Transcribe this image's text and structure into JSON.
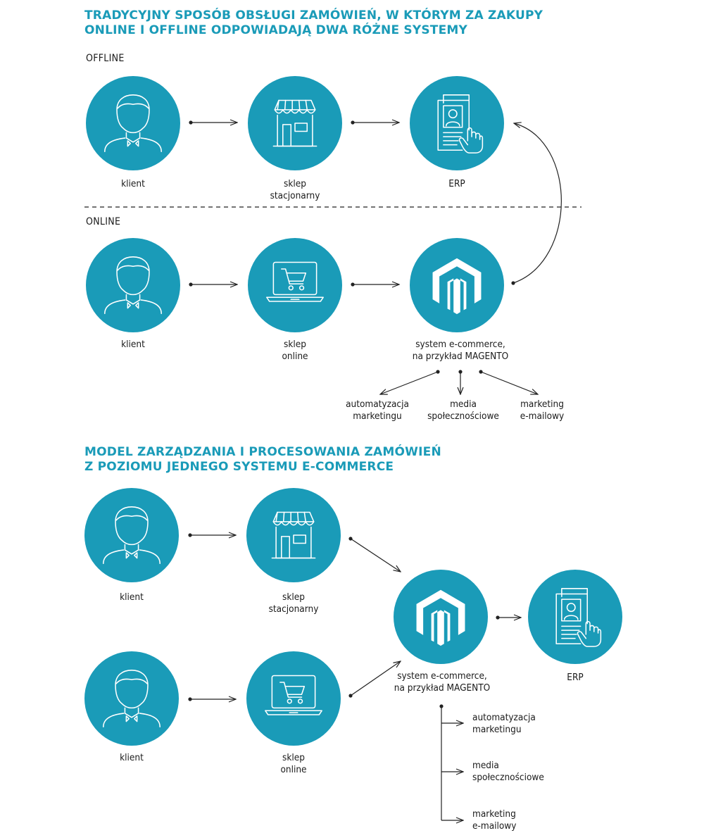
{
  "diagram1": {
    "title_line1": "TRADYCYJNY SPOSÓB OBSŁUGI ZAMÓWIEŃ, W KTÓRYM ZA ZAKUPY",
    "title_line2": "ONLINE I OFFLINE ODPOWIADAJĄ DWA RÓŻNE SYSTEMY",
    "offline_label": "OFFLINE",
    "online_label": "ONLINE",
    "offline_row": [
      {
        "icon": "person-icon",
        "label_line1": "klient",
        "label_line2": ""
      },
      {
        "icon": "store-icon",
        "label_line1": "sklep",
        "label_line2": "stacjonarny"
      },
      {
        "icon": "erp-document-icon",
        "label_line1": "ERP",
        "label_line2": ""
      }
    ],
    "online_row": [
      {
        "icon": "person-icon",
        "label_line1": "klient",
        "label_line2": ""
      },
      {
        "icon": "laptop-cart-icon",
        "label_line1": "sklep",
        "label_line2": "online"
      },
      {
        "icon": "magento-logo-icon",
        "label_line1": "system e-commerce,",
        "label_line2": "na przykład MAGENTO"
      }
    ],
    "outputs": [
      {
        "line1": "automatyzacja",
        "line2": "marketingu"
      },
      {
        "line1": "media",
        "line2": "społecznościowe"
      },
      {
        "line1": "marketing",
        "line2": "e-mailowy"
      }
    ]
  },
  "diagram2": {
    "title_line1": "MODEL ZARZĄDZANIA I PROCESOWANIA ZAMÓWIEŃ",
    "title_line2": "Z POZIOMU JEDNEGO SYSTEMU E-COMMERCE",
    "top_row": [
      {
        "icon": "person-icon",
        "label_line1": "klient",
        "label_line2": ""
      },
      {
        "icon": "store-icon",
        "label_line1": "sklep",
        "label_line2": "stacjonarny"
      }
    ],
    "bottom_row": [
      {
        "icon": "person-icon",
        "label_line1": "klient",
        "label_line2": ""
      },
      {
        "icon": "laptop-cart-icon",
        "label_line1": "sklep",
        "label_line2": "online"
      }
    ],
    "hub": {
      "icon": "magento-logo-icon",
      "label_line1": "system e-commerce,",
      "label_line2": "na przykład MAGENTO"
    },
    "erp": {
      "icon": "erp-document-icon",
      "label_line1": "ERP",
      "label_line2": ""
    },
    "outputs": [
      {
        "line1": "automatyzacja",
        "line2": "marketingu"
      },
      {
        "line1": "media",
        "line2": "społecznościowe"
      },
      {
        "line1": "marketing",
        "line2": "e-mailowy"
      }
    ]
  },
  "colors": {
    "accent": "#1a9bb8",
    "text": "#1a1a1a",
    "lines": "#222222"
  }
}
